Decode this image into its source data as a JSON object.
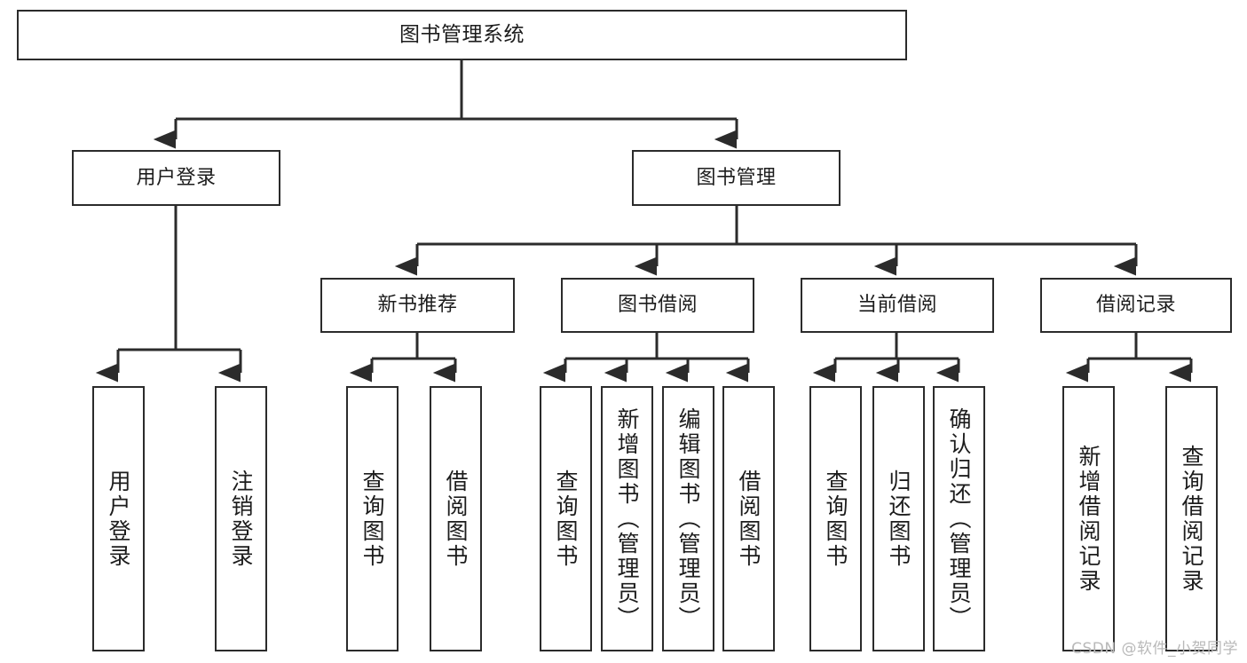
{
  "diagram": {
    "title": "图书管理系统",
    "type": "tree",
    "watermark": "CSDN @软件_小贺同学",
    "colors": {
      "box_border": "#2b2b2b",
      "box_fill": "#ffffff",
      "connector": "#2b2b2b",
      "text": "#1c1c1c",
      "watermark": "#b9b9b9",
      "background": "#ffffff"
    },
    "root": {
      "label": "图书管理系统"
    },
    "level2": [
      {
        "label": "用户登录"
      },
      {
        "label": "图书管理"
      }
    ],
    "level3": [
      {
        "label": "新书推荐"
      },
      {
        "label": "图书借阅"
      },
      {
        "label": "当前借阅"
      },
      {
        "label": "借阅记录"
      }
    ],
    "leaves": {
      "user_login": [
        {
          "label": "用户登录"
        },
        {
          "label": "注销登录"
        }
      ],
      "new_book_recommend": [
        {
          "label": "查询图书"
        },
        {
          "label": "借阅图书"
        }
      ],
      "book_borrow": [
        {
          "label": "查询图书"
        },
        {
          "label": "新增图书（管理员）"
        },
        {
          "label": "编辑图书（管理员）"
        },
        {
          "label": "借阅图书"
        }
      ],
      "current_borrow": [
        {
          "label": "查询图书"
        },
        {
          "label": "归还图书"
        },
        {
          "label": "确认归还（管理员）"
        }
      ],
      "borrow_record": [
        {
          "label": "新增借阅记录"
        },
        {
          "label": "查询借阅记录"
        }
      ]
    }
  }
}
